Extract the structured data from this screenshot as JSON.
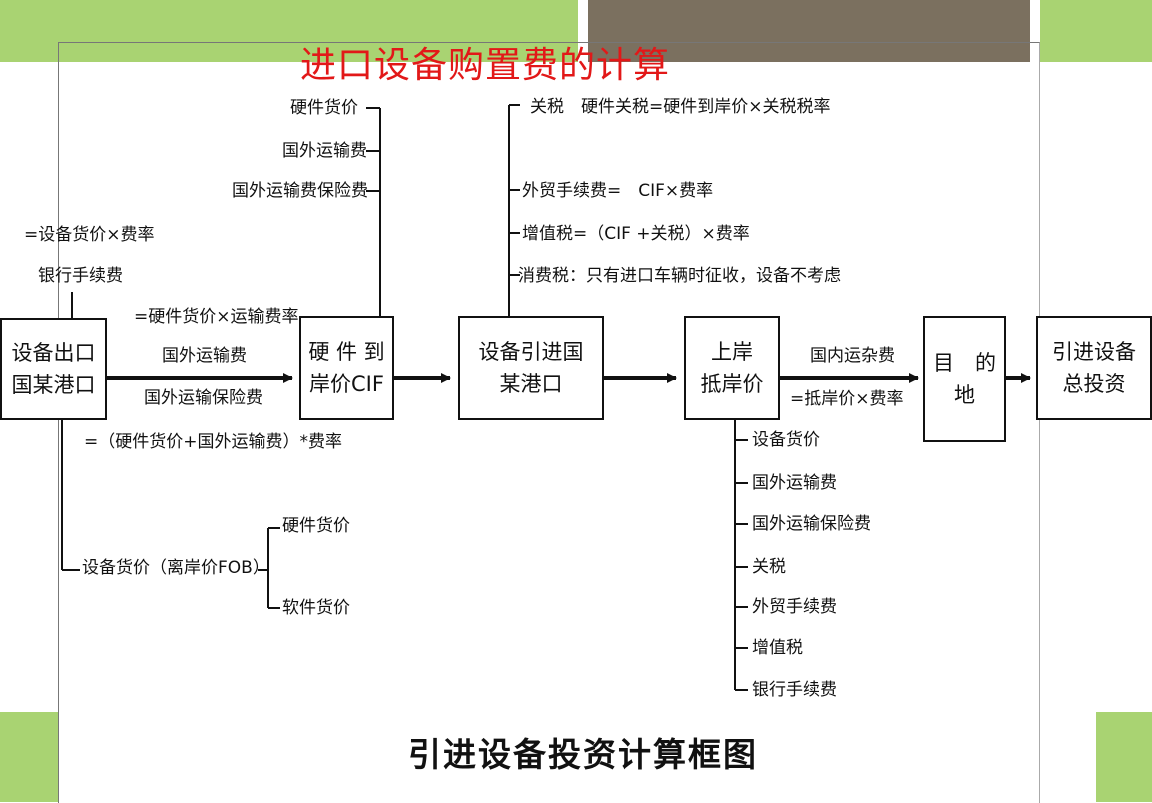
{
  "title": "进口设备购置费的计算",
  "subtitle": "引进设备投资计算框图",
  "colors": {
    "title": "#e21818",
    "slide_green": "#a9d372",
    "slide_brown": "#7b705f",
    "line": "#111111"
  },
  "boxes": {
    "origin_port": "设备出口\n国某港口",
    "cif": "硬 件 到\n岸价CIF",
    "import_port": "设备引进国\n某港口",
    "landed_price": "上岸\n抵岸价",
    "destination": "目　的\n地",
    "total_investment": "引进设备\n总投资"
  },
  "labels": {
    "hardware_price": "硬件货价",
    "foreign_freight": "国外运输费",
    "foreign_insurance": "国外运输费保险费",
    "bank_formula": "=设备货价×费率",
    "bank_fee": "银行手续费",
    "freight_formula": "=硬件货价×运输费率",
    "arrow1_freight": "国外运输费",
    "arrow1_insurance": "国外运输保险费",
    "insurance_formula": "=（硬件货价+国外运输费）*费率",
    "fob": "设备货价（离岸价FOB）",
    "fob_hardware": "硬件货价",
    "fob_software": "软件货价",
    "tariff": "关税　硬件关税=硬件到岸价×关税税率",
    "trade_fee": "外贸手续费=　CIF×费率",
    "vat": "增值税=（CIF +关税）×费率",
    "consumption_tax": "消费税：只有进口车辆时征收，设备不考虑",
    "domestic_freight": "国内运杂费",
    "domestic_formula": "=抵岸价×费率",
    "landed_items": [
      "设备货价",
      "国外运输费",
      "国外运输保险费",
      "关税",
      "外贸手续费",
      "增值税",
      "银行手续费"
    ]
  }
}
